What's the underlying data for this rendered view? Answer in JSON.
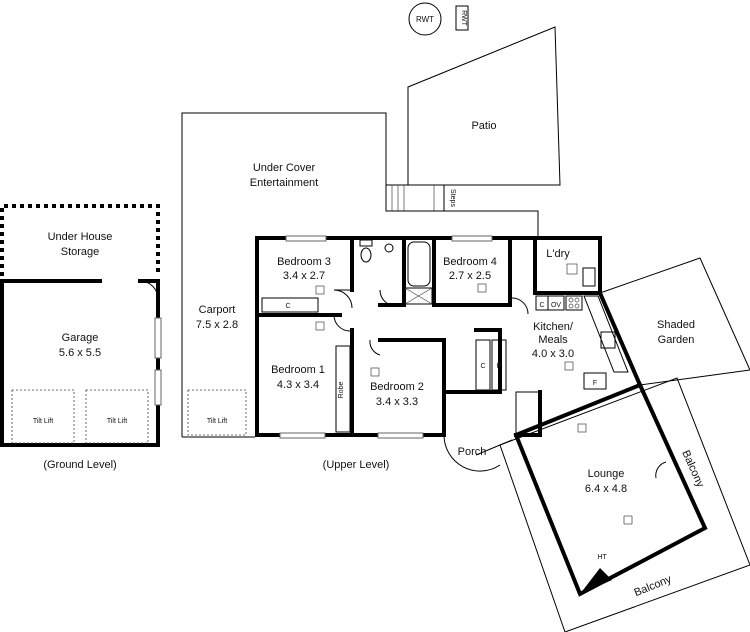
{
  "labels": {
    "rwt_tank": "RWT",
    "rwt_box": "RWT",
    "patio": "Patio",
    "steps": "Steps",
    "under_cover_1": "Under Cover",
    "under_cover_2": "Entertainment",
    "under_house_1": "Under House",
    "under_house_2": "Storage",
    "garage_name": "Garage",
    "garage_dims": "5.6 x 5.5",
    "tilt_lift": "Tilt Lift",
    "carport_name": "Carport",
    "carport_dims": "7.5 x 2.8",
    "bed3_name": "Bedroom 3",
    "bed3_dims": "3.4 x 2.7",
    "bed4_name": "Bedroom 4",
    "bed4_dims": "2.7 x 2.5",
    "bed1_name": "Bedroom 1",
    "bed1_dims": "4.3 x 3.4",
    "bed2_name": "Bedroom 2",
    "bed2_dims": "3.4 x 3.3",
    "robe": "Robe",
    "ldry": "L'dry",
    "kitchen_1": "Kitchen/",
    "kitchen_2": "Meals",
    "kitchen_dims": "4.0 x 3.0",
    "shaded_1": "Shaded",
    "shaded_2": "Garden",
    "lounge_name": "Lounge",
    "lounge_dims": "6.4 x 4.8",
    "balcony": "Balcony",
    "porch": "Porch",
    "ht": "HT",
    "c": "C",
    "ov": "OV",
    "p": "P",
    "f": "F",
    "ground_level": "(Ground Level)",
    "upper_level": "(Upper Level)"
  }
}
